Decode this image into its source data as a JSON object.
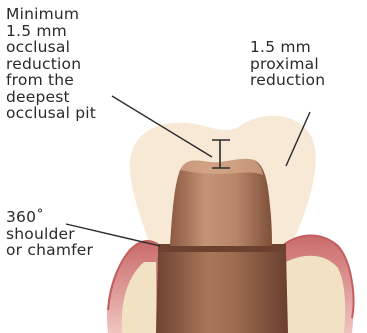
{
  "labels": {
    "occlusal_reduction": "Minimum\n1.5 mm\nocclusal\nreduction\nfrom the\ndeepest\nocclusal pit",
    "proximal_reduction": "1.5 mm\nproximal\nreduction",
    "margin": "360˚\nshoulder\nor chamfer"
  },
  "colors": {
    "original_tooth_outline": "#f7e9d6",
    "prepared_tooth": "#a47257",
    "prepared_tooth_highlight": "#c9987a",
    "gingiva": "#d98b8b",
    "gingiva_light": "#f3d2ce",
    "bone": "#f1e2c4",
    "leader_line": "#2a2a2a"
  }
}
